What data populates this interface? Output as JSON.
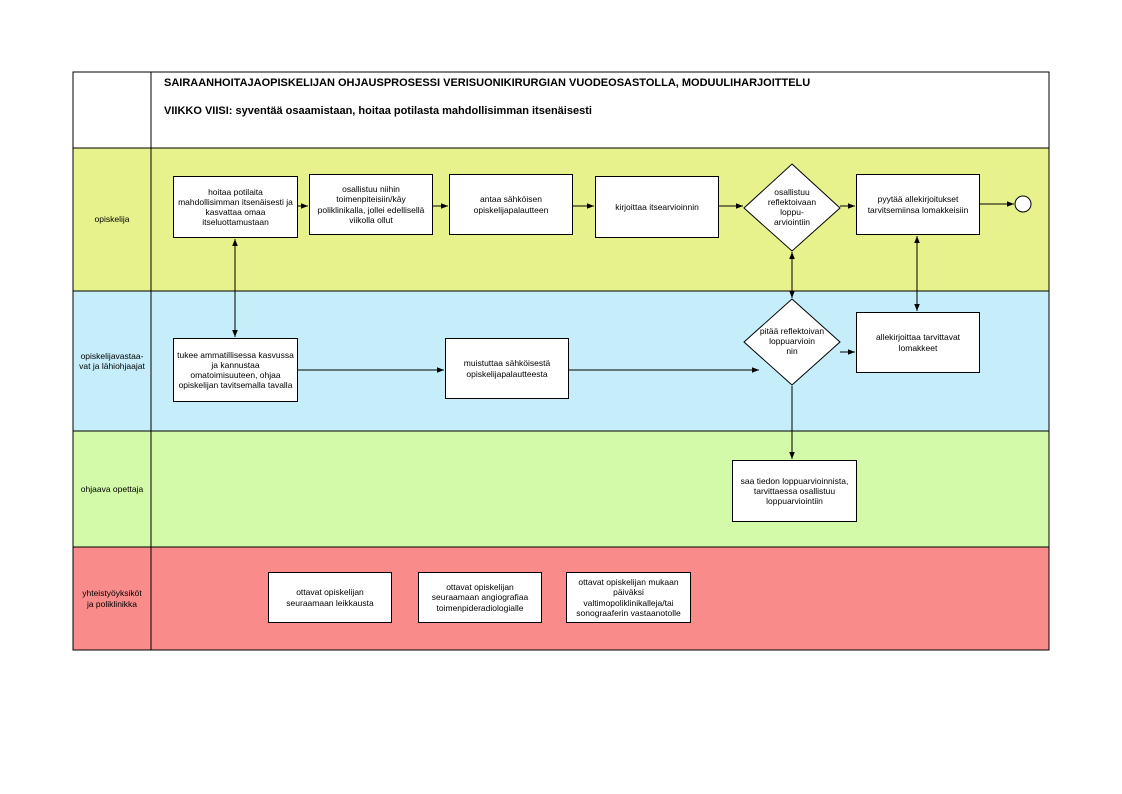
{
  "header": {
    "title": "SAIRAANHOITAJAOPISKELIJAN OHJAUSPROSESSI VERISUONIKIRURGIAN VUODEOSASTOLLA,  MODUULIHARJOITTELU",
    "subtitle": "VIIKKO VIISI: syventää osaamistaan, hoitaa potilasta mahdollisimman itsenäisesti"
  },
  "lanes": [
    {
      "label": "opiskelija",
      "color": "#e8f28c"
    },
    {
      "label": "opiskelijavastaa-\nvat ja lähiohjaajat",
      "color": "#c6eefa"
    },
    {
      "label": "ohjaava opettaja",
      "color": "#d2faa8"
    },
    {
      "label": "yhteistyöyksiköt\nja poliklinikka",
      "color": "#f98c8a"
    }
  ],
  "nodes": {
    "hoitaa_potilaita": "hoitaa potilaita mahdollisimman itsenäisesti ja kasvattaa omaa itseluottamustaan",
    "osallistuu_toimenpiteisiin": "osallistuu niihin toimenpiteisiin/käy poliklinikalla, jollei edellisellä viikolla ollut",
    "antaa_palautteen": "antaa sähköisen opiskelijapalautteen",
    "kirjoittaa_itsearvioinnin": "kirjoittaa itsearvioinnin",
    "osallistuu_arviointiin": "osallistuu reflektoivaan loppu-\narviointiin",
    "pyytaa_allekirjoitukset": "pyytää allekirjoitukset tarvitsemiinsa lomakkeisiin",
    "tukee": "tukee ammatillisessa kasvussa ja kannustaa omatoimisuuteen, ohjaa opiskelijan tavitsemalla tavalla",
    "muistuttaa": "muistuttaa sähköisestä opiskelijapalautteesta",
    "pitaa_arvioinnin": "pitää reflektoivan loppuarvioin\nnin",
    "allekirjoittaa": "allekirjoittaa tarvittavat lomakkeet",
    "saa_tiedon": "saa tiedon loppuarvioinnista, tarvittaessa osallistuu loppuarviointiin",
    "ottavat_leikkausta": "ottavat opiskelijan seuraamaan leikkausta",
    "ottavat_angiografiaa": "ottavat opiskelijan seuraamaan angiografiaa toimenpideradiologialle",
    "ottavat_paivaksi": "ottavat opiskelijan mukaan päiväksi valtimopoliklinikalleja/tai sonograaferin vastaanotolle"
  }
}
